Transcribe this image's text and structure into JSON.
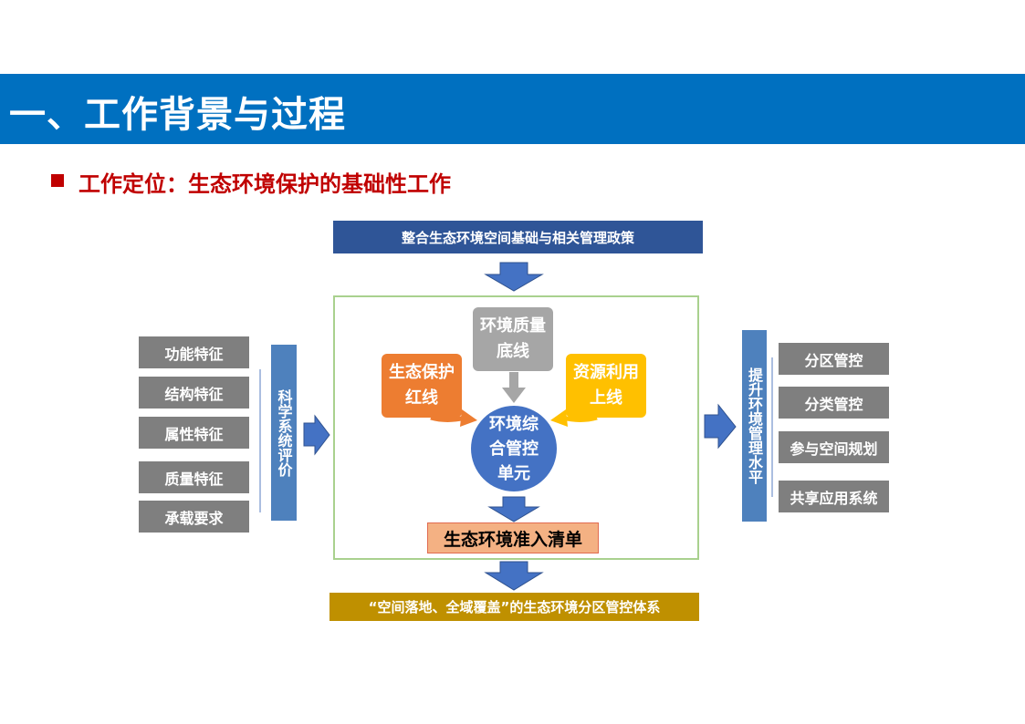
{
  "header": {
    "title": "一、工作背景与过程"
  },
  "subtitle": {
    "text": "工作定位：生态环境保护的基础性工作"
  },
  "diagram": {
    "top_box": "整合生态环境空间基础与相关管理政策",
    "left_items": [
      "功能特征",
      "结构特征",
      "属性特征",
      "质量特征",
      "承载要求"
    ],
    "left_vertical": "科学系统评价",
    "center": {
      "quality_box": "环境质量底线",
      "redline_box": "生态保护红线",
      "resource_box": "资源利用上线",
      "circle": "环境综合管控单元",
      "list_box": "生态环境准入清单"
    },
    "right_vertical": "提升环境管理水平",
    "right_items": [
      "分区管控",
      "分类管控",
      "参与空间规划",
      "共享应用系统"
    ],
    "bottom_box": "“空间落地、全域覆盖”的生态环境分区管控体系"
  },
  "colors": {
    "header": "#0070c0",
    "accent_red": "#c00000",
    "arrow_blue": "#4472c4",
    "orange": "#ed7d31",
    "yellow": "#ffc000",
    "grey": "#7f7f7f",
    "frame_green": "#a9d18e"
  }
}
